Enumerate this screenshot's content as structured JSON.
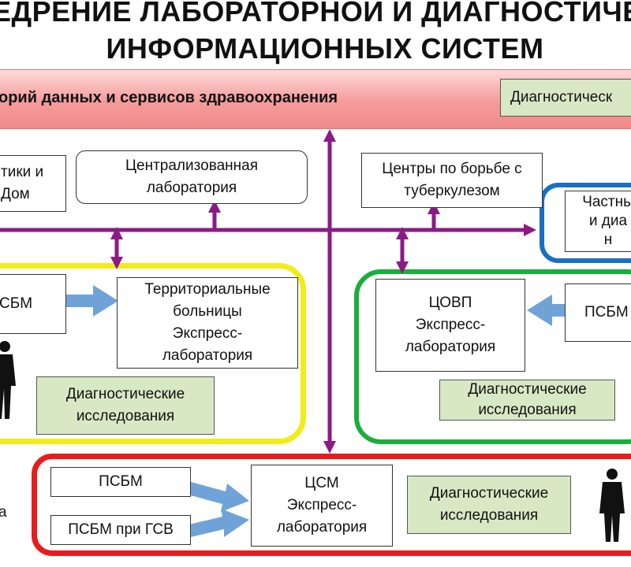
{
  "title": {
    "line1": "ЕДРЕНИЕ ЛАБОРАТОРНОЙ И ДИАГНОСТИЧЕС",
    "line2": "ИНФОРМАЦИОННЫХ СИСТЕМ"
  },
  "banner": {
    "text": "орий данных и сервисов здравоохранения",
    "right_box": "Диагностическ"
  },
  "boxes": {
    "clinics_left": [
      "тики и",
      "Дом"
    ],
    "central_lab": [
      "Централизованная",
      "лаборатория"
    ],
    "tb_centers": [
      "Центры по борьбе с",
      "туберкулезом"
    ],
    "private": [
      "Частны",
      "и диа",
      "н"
    ],
    "psbm_left": "СБМ",
    "territorial": [
      "Территориальные",
      "больницы",
      "Экспресс-",
      "лаборатория"
    ],
    "diag_left": [
      "Диагностические",
      "исследования"
    ],
    "tsovp": [
      "ЦОВП",
      "Экспресс-",
      "лаборатория"
    ],
    "psbm_right": "ПСБМ",
    "diag_mid": [
      "Диагностические",
      "исследования"
    ],
    "psbm_bottom": "ПСБМ",
    "psbm_gsv": "ПСБМ при ГСВ",
    "tsm": [
      "ЦСМ",
      "Экспресс-",
      "лаборатория"
    ],
    "diag_bottom": [
      "Диагностические",
      "исследования"
    ],
    "left_edge_letter": "а"
  },
  "colors": {
    "bus": "#8b1a86",
    "arrow_blue": "#6fa3d8",
    "frame_yellow": "#f2ec1a",
    "frame_green": "#1aae3c",
    "frame_blue": "#1a6fc4",
    "frame_red": "#e81c1c",
    "diag_fill": "#d8e8c4"
  },
  "icons": [
    "person-silhouette-icon"
  ]
}
